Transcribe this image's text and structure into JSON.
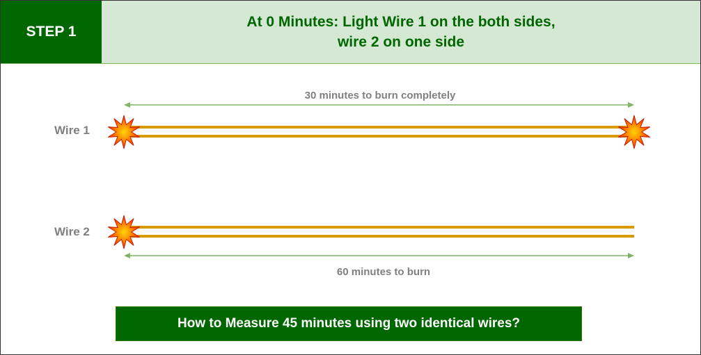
{
  "header": {
    "step_label": "STEP 1",
    "title_line1": "At 0 Minutes: Light Wire 1 on the both sides,",
    "title_line2": "wire 2 on one side"
  },
  "wires": [
    {
      "label": "Wire 1",
      "caption": "30 minutes to burn completely",
      "lit_ends": [
        "left",
        "right"
      ]
    },
    {
      "label": "Wire 2",
      "caption": "60 minutes to burn",
      "lit_ends": [
        "left"
      ]
    }
  ],
  "question": "How to Measure 45 minutes using two identical wires?",
  "colors": {
    "dark_green": "#006600",
    "light_green": "#d5e8d4",
    "wire": "#d79b00",
    "arrow": "#82b366",
    "flame_outer": "#ff8000",
    "flame_inner": "#ff0000",
    "label_gray": "#808080"
  }
}
